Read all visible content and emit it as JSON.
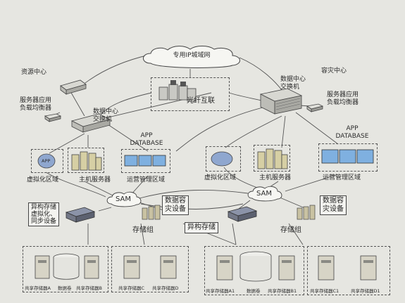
{
  "top_text": "",
  "network": {
    "cloud_label": "专用IP城域网",
    "fiber_label": "光纤互联",
    "san_label": "SAM"
  },
  "left_site": {
    "title": "资源中心",
    "switch_label": "数据中心\n交换机",
    "lb_label": "服务器应用\n负载均衡器",
    "app_db_label": "APP\nDATABASE",
    "zones": {
      "virtual": "虚拟化区域",
      "host": "主机服务器",
      "ops": "运营管理区域"
    },
    "app_icon": "APP",
    "storage_controller_label": "异构存储\n虚拟化、\n同步设备",
    "dr_label": "数据容\n灾设备",
    "storage_group_label": "存储组",
    "storages": [
      "共享存储器A",
      "数据卷",
      "共享存储器B",
      "共享存储器C",
      "共享存储器D"
    ]
  },
  "right_site": {
    "title": "容灾中心",
    "switch_label": "数据中心\n交换机",
    "lb_label": "服务器应用\n负载均衡器",
    "app_db_label": "APP\nDATABASE",
    "zones": {
      "virtual": "虚拟化区域",
      "host": "主机服务器",
      "ops": "运营管理区域"
    },
    "storage_controller_label": "异构存储",
    "dr_label": "数据容\n灾设备",
    "storage_group_label": "存储组",
    "storages": [
      "共享存储器A1",
      "数据卷",
      "共享存储器B1",
      "共享存储器C1",
      "共享存储器D1"
    ]
  },
  "icons": [
    "cloud-icon",
    "switch-icon",
    "load-balancer-icon",
    "fiber-servers-icon",
    "app-virtual-icon",
    "host-server-icon",
    "monitor-icon",
    "storage-controller-icon",
    "disk-stack-icon",
    "server-tower-icon",
    "data-volume-icon"
  ]
}
